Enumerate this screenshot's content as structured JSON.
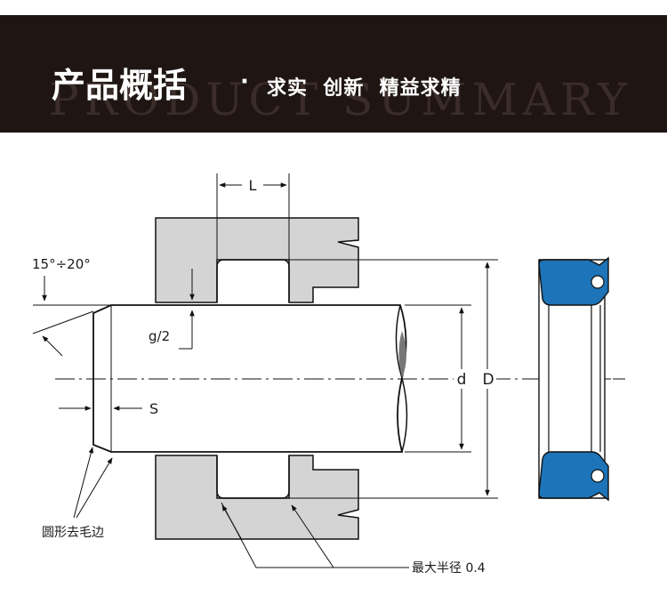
{
  "banner": {
    "title": "产品概括",
    "separator": "·",
    "slogan": "求实  创新  精益求精",
    "background_text": "PRODUCT SUMMARY"
  },
  "labels": {
    "chamfer_angle": "15°÷20°",
    "length": "L",
    "clearance": "g/2",
    "chamfer_length": "S",
    "rod_diameter": "d",
    "groove_diameter": "D",
    "chamfer_note": "圆形去毛边",
    "radius_note": "最大半径 0.4"
  },
  "colors": {
    "housing": "#d4d4d4",
    "seal": "#1d74b8",
    "banner_bg": "#1f1614"
  }
}
